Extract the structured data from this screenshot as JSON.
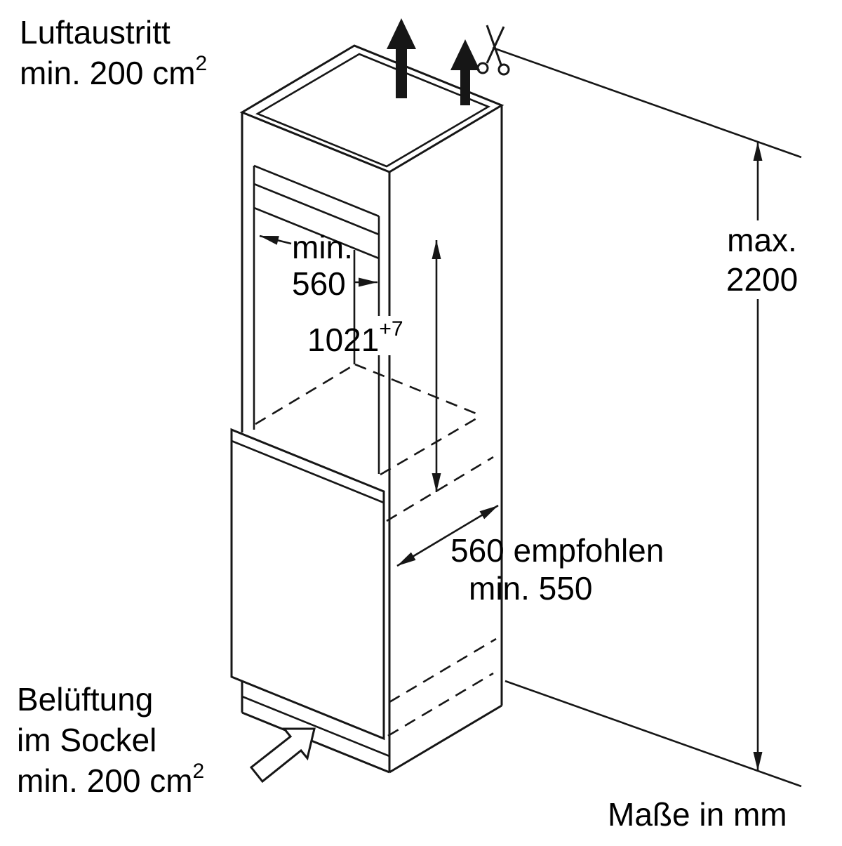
{
  "diagram": {
    "title_semantic": "built-in appliance niche installation drawing",
    "colors": {
      "background": "#ffffff",
      "line": "#161616",
      "text": "#000000"
    },
    "labels": {
      "air_outlet_line1": "Luftaustritt",
      "air_outlet_line2": "min. 200 cm",
      "air_outlet_sup": "2",
      "niche_width_label": "min.",
      "niche_width_value": "560",
      "niche_height_value": "1021",
      "niche_height_tolerance": "+7",
      "overall_height_line1": "max.",
      "overall_height_line2": "2200",
      "depth_line1": "560 empfohlen",
      "depth_line2": "min. 550",
      "plinth_line1": "Belüftung",
      "plinth_line2": "im Sockel",
      "plinth_line3": "min. 200 cm",
      "plinth_sup": "2",
      "units_note": "Maße in mm"
    }
  }
}
